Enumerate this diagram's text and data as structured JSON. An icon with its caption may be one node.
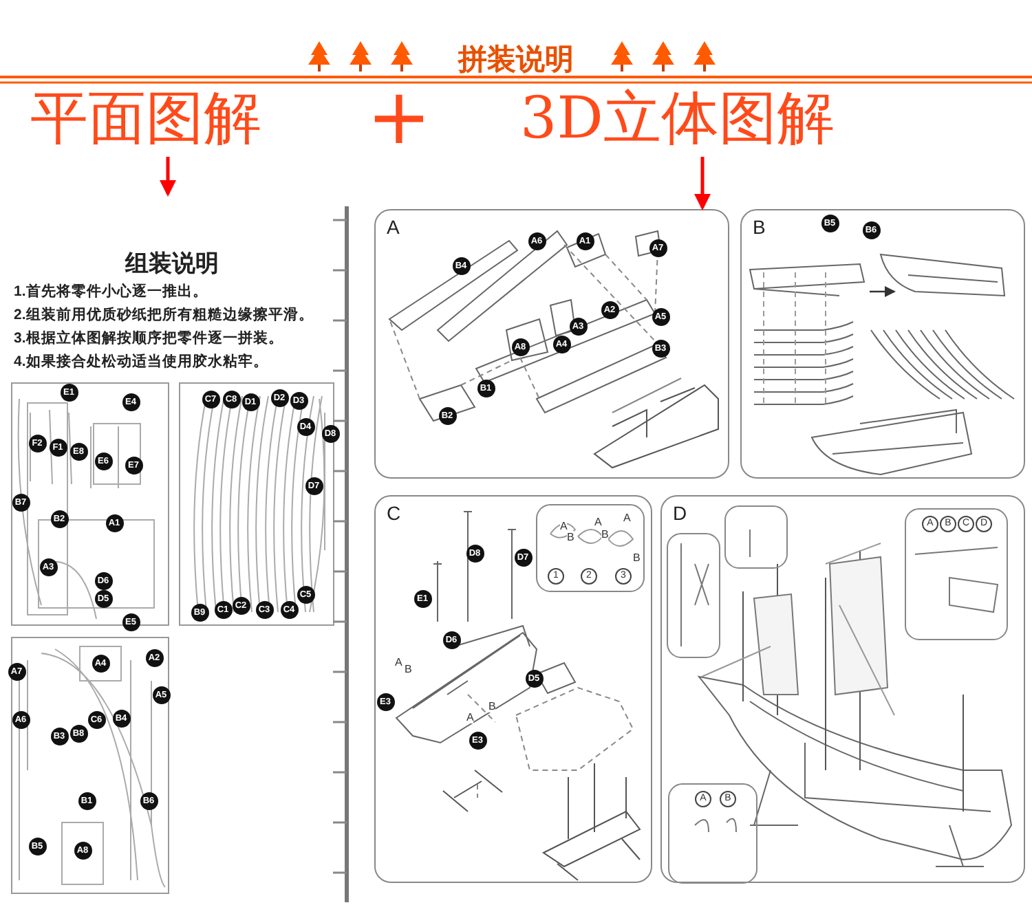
{
  "diagram": {
    "title": "拼装说明",
    "nodes": [
      {
        "text": [
          "平面图解"
        ]
      },
      {
        "text": [
          "3D立体图解"
        ]
      },
      {
        "text": [
          "A"
        ]
      },
      {
        "text": [
          "B"
        ]
      },
      {
        "text": [
          "C"
        ]
      },
      {
        "text": [
          "D"
        ]
      },
      {
        "text": [],
        "shape": "box"
      },
      {
        "text": [],
        "shape": "box"
      },
      {
        "text": [],
        "shape": "box"
      }
    ],
    "edges": [
      {
        "from": 0,
        "to": null,
        "arrow": "to",
        "color": "#ff0000"
      },
      {
        "from": 1,
        "to": 2,
        "arrow": "to",
        "color": "#ff0000"
      }
    ],
    "labels": [
      "+",
      "组装说明",
      "1.首先将零件小心逐一推出。",
      "2.组装前用优质砂纸把所有粗糙边缘擦平滑。",
      "3.根据立体图解按顺序把零件逐一拼装。",
      "4.如果接合处松动适当使用胶水粘牢。",
      "E1",
      "E4",
      "F2",
      "F1",
      "E8",
      "E6",
      "E7",
      "B7",
      "B2",
      "A1",
      "A3",
      "D6",
      "D5",
      "E5",
      "C7",
      "C8",
      "D1",
      "D2",
      "D3",
      "D4",
      "D8",
      "D7",
      "B9",
      "C1",
      "C2",
      "C3",
      "C4",
      "C5",
      "A7",
      "A4",
      "A2",
      "A5",
      "A6",
      "B3",
      "B8",
      "C6",
      "B4",
      "B1",
      "B6",
      "B5",
      "A8",
      "A6",
      "A1",
      "A7",
      "B4",
      "A2",
      "A3",
      "A5",
      "A4",
      "A8",
      "B3",
      "B1",
      "B2",
      "B5",
      "B6",
      "D8",
      "D7",
      "E1",
      "D6",
      "D5",
      "E3",
      "E3",
      "A",
      "B",
      "A",
      "B",
      "A",
      "B",
      "1",
      "2",
      "3",
      "A",
      "B",
      "A",
      "B",
      "A",
      "B",
      "C",
      "D",
      "A",
      "B"
    ]
  }
}
